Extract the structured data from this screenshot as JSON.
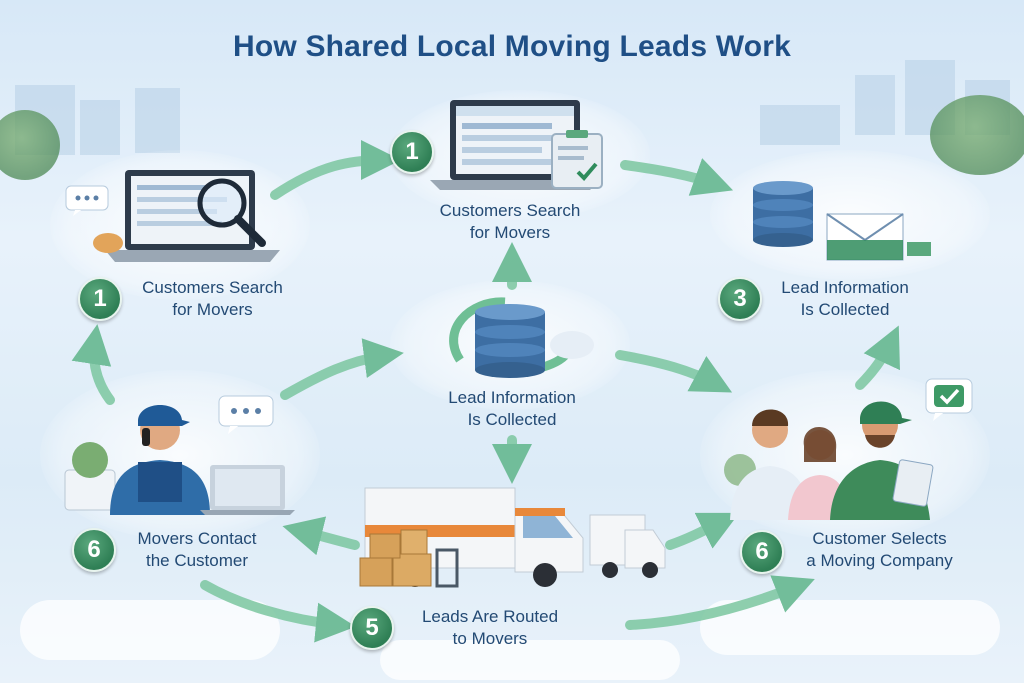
{
  "title": "How Shared Local Moving Leads Work",
  "steps": [
    {
      "number": "1",
      "line1": "Customers Search",
      "line2": "for Movers"
    },
    {
      "number": "1",
      "line1": "Customers Search",
      "line2": "for Movers"
    },
    {
      "number": "3",
      "line1": "Lead Information",
      "line2": "Is Collected"
    },
    {
      "number": "",
      "line1": "Lead Information",
      "line2": "Is Collected"
    },
    {
      "number": "6",
      "line1": "Movers Contact",
      "line2": "the Customer"
    },
    {
      "number": "6",
      "line1": "Customer Selects",
      "line2": "a Moving Company"
    },
    {
      "number": "5",
      "line1": "Leads Are Routed",
      "line2": "to Movers"
    }
  ],
  "colors": {
    "accent_green": "#2f7f55",
    "title_blue": "#1f4f86",
    "text_blue": "#234a74",
    "arrow_green": "#6fbf95"
  },
  "icons": [
    "laptop-search-icon",
    "laptop-form-icon",
    "clipboard-check-icon",
    "database-icon",
    "email-icon",
    "chat-bubble-icon",
    "checkmark-bubble-icon",
    "moving-truck-icon",
    "boxes-icon"
  ]
}
